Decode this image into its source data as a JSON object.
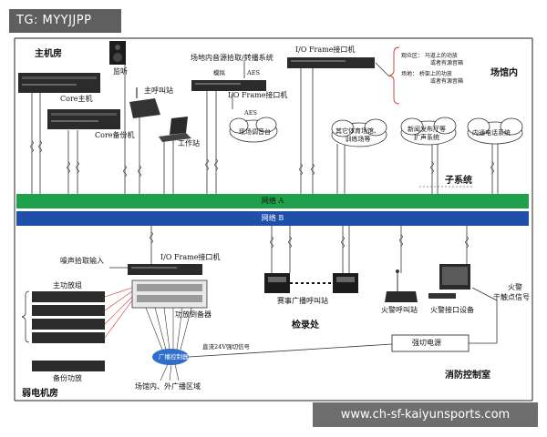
{
  "watermark_top": "TG: MYYJJPP",
  "watermark_bottom": "www.ch-sf-kaiyunsports.com",
  "network": {
    "a_label": "网络 A",
    "b_label": "网络 B",
    "subsystem": "子系统"
  },
  "rooms": {
    "main_room": "主机房",
    "core_host": "Core主机",
    "core_backup": "Core备份机",
    "monitor": "监听",
    "main_call_station": "主呼叫站",
    "workstation": "工作站",
    "venue_inside": "场馆内",
    "weak_room": "弱电机房",
    "inspection": "检录处",
    "fire_room": "消防控制室"
  },
  "top_center": {
    "title": "场地内音源拾取/转播系统",
    "analog": "模拟",
    "aes1": "AES",
    "aes2": "AES",
    "frame1": "I/O Frame接口机",
    "frame2": "I/O Frame接口机",
    "console": "现场调音台"
  },
  "note": {
    "line1": "观众区：  马道上的功放",
    "line2": "或者有源音箱",
    "line3": "场地：  桥架上的功放",
    "line4": "或者有源音箱"
  },
  "clouds": {
    "c1_l1": "其它体育场馆、",
    "c1_l2": "训练场等",
    "c2_l1": "新闻发布厅等",
    "c2_l2": "扩声系统",
    "c3": "内通电话系统"
  },
  "bottom": {
    "noise_input": "噪声拾取输入",
    "frame3": "I/O Frame接口机",
    "main_amp": "主功放组",
    "amp_switcher": "功放倒备器",
    "backup_amp": "备份功放",
    "broadcast_control": "广播控制器",
    "dc_signal": "直流24V强切信号",
    "zones": "场馆内、外广播区域",
    "race_call": "赛事广播呼叫站",
    "fire_call": "火警呼叫站",
    "fire_interface": "火警接口设备",
    "cut_power": "强切电源",
    "fire_alarm_l1": "火警",
    "fire_alarm_l2": "干触点信号"
  }
}
